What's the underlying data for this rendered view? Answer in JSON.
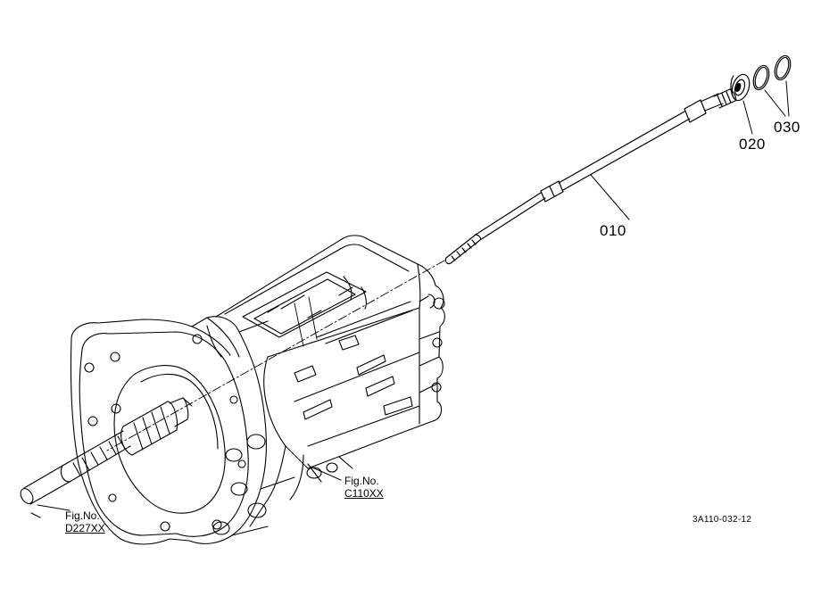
{
  "parts": {
    "shaft": {
      "number": "010"
    },
    "collar": {
      "number": "020"
    },
    "circlip": {
      "number": "030"
    }
  },
  "references": {
    "housing": {
      "caption": "Fig.No.",
      "figure": "C110XX"
    },
    "input_shaft": {
      "caption": "Fig.No.",
      "figure": "D227XX"
    }
  },
  "drawing_code": "3A110-032-12"
}
